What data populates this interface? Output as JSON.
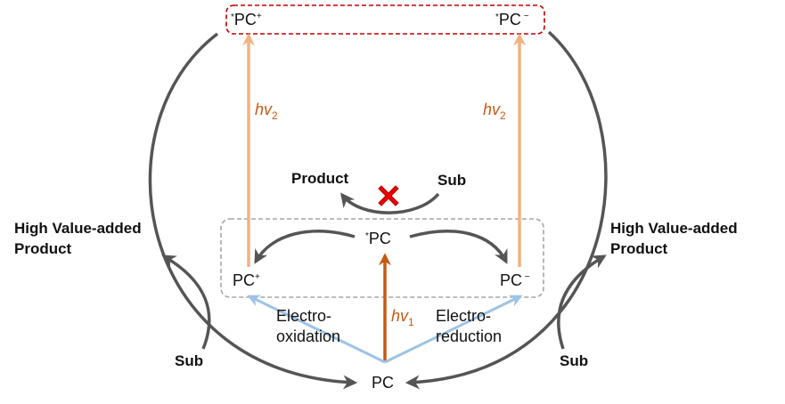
{
  "top_box": {
    "left_label": {
      "star": "*",
      "name": "PC",
      "charge": "+"
    },
    "right_label": {
      "star": "*",
      "name": "PC",
      "charge": " −"
    }
  },
  "hv2_left": {
    "base": "hv",
    "subscript": "2"
  },
  "hv2_right": {
    "base": "hv",
    "subscript": "2"
  },
  "cross_reaction": {
    "product": "Product",
    "sub": "Sub"
  },
  "middle_box": {
    "excited": {
      "star": "*",
      "name": "PC"
    },
    "oxidized": {
      "name": "PC",
      "charge": "+"
    },
    "reduced": {
      "name": "PC",
      "charge": " −"
    }
  },
  "ground": {
    "name": "PC"
  },
  "hv1": {
    "base": "hv",
    "subscript": "1"
  },
  "electro_oxidation": {
    "line1": "Electro-",
    "line2": "oxidation"
  },
  "electro_reduction": {
    "line1": "Electro-",
    "line2": "reduction"
  },
  "left_side": {
    "product_line1": "High Value-added",
    "product_line2": "Product",
    "sub": "Sub"
  },
  "right_side": {
    "product_line1": "High Value-added",
    "product_line2": "Product",
    "sub": "Sub"
  },
  "colors": {
    "dark_arrow": "#555555",
    "light_orange": "#f4b183",
    "dark_orange": "#c55a11",
    "light_blue": "#9dc3e6",
    "red_box": "#c00000",
    "gray_box": "#a6a6a6",
    "cross": "#ee0000"
  }
}
